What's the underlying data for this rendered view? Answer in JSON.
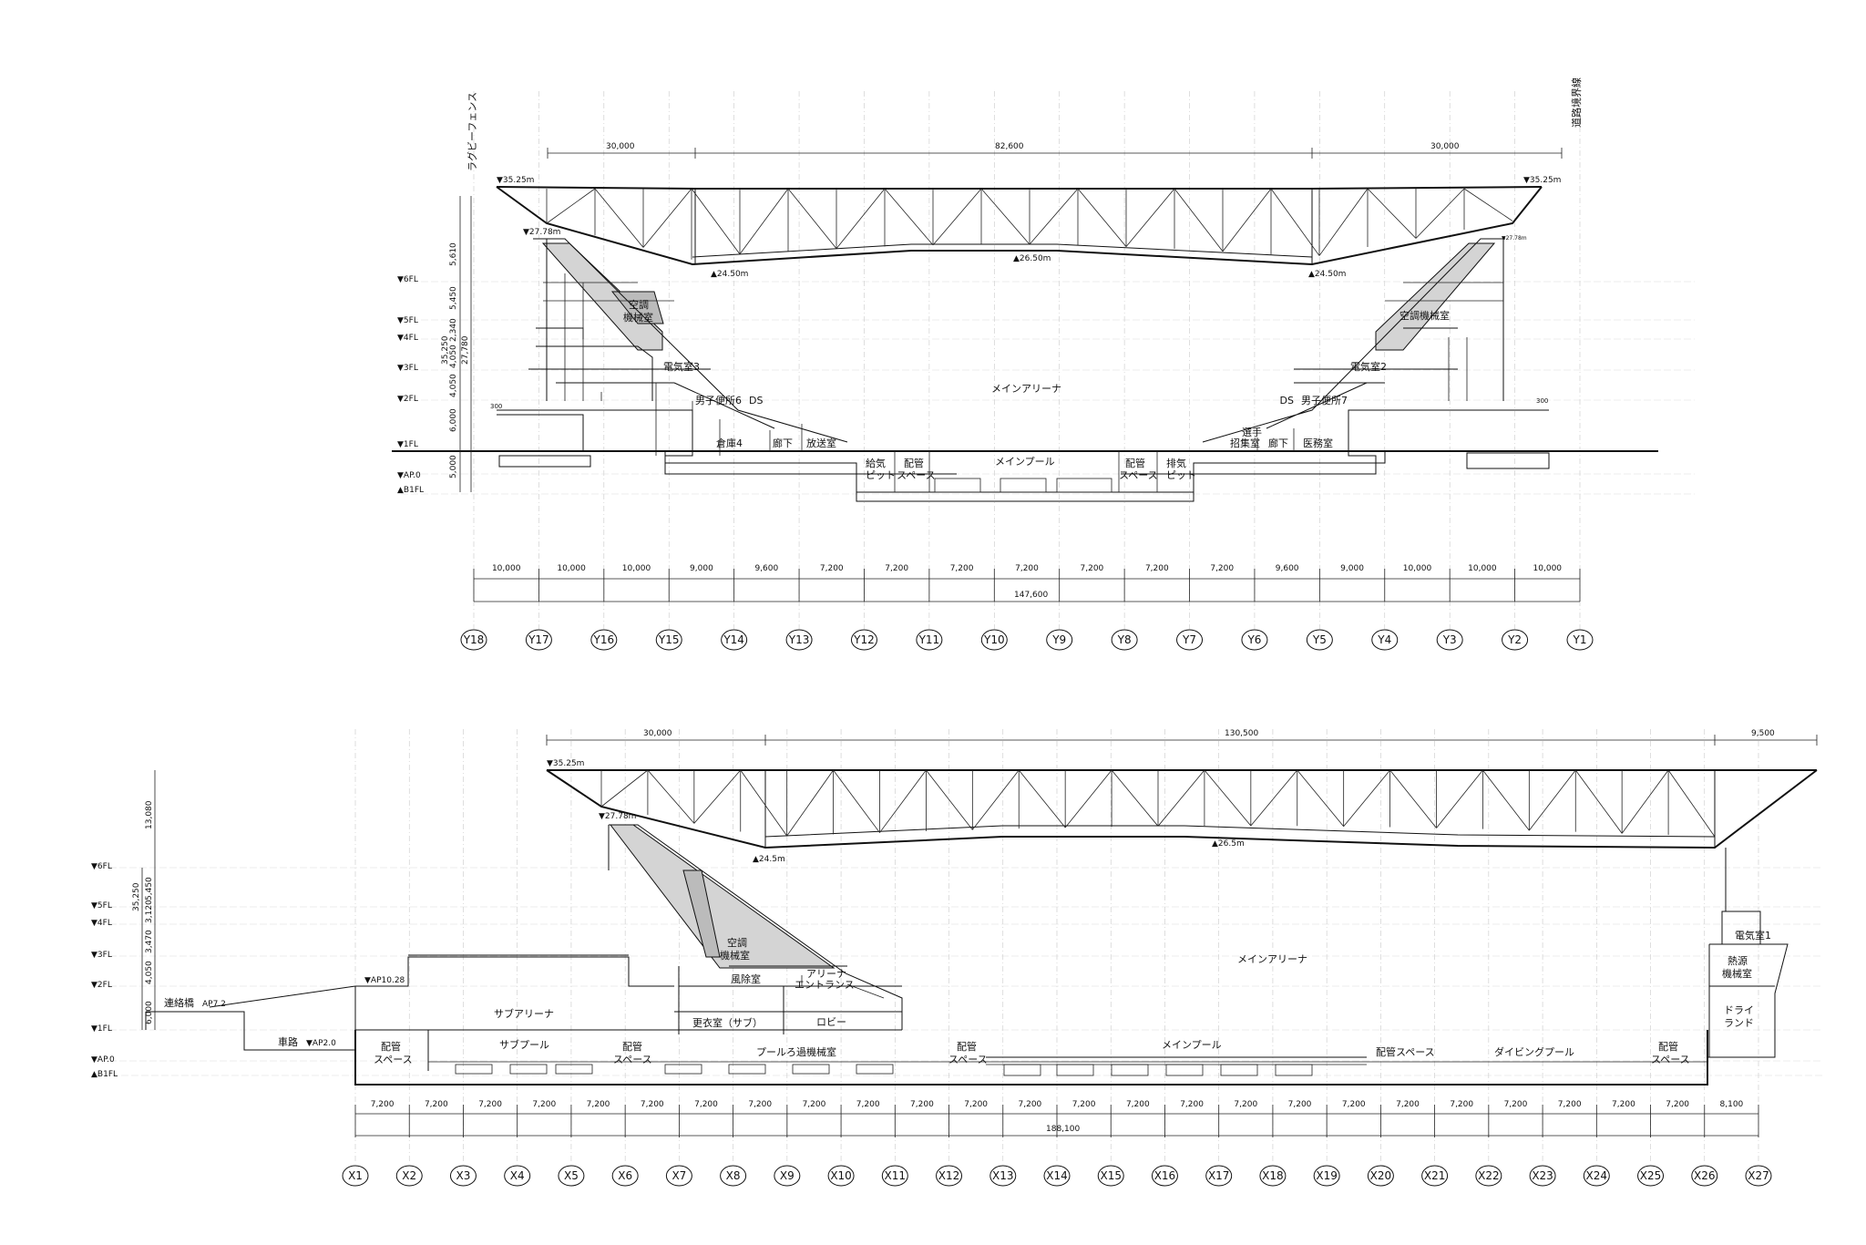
{
  "top_section": {
    "vertical_labels": {
      "left": "ラグビーフェンス",
      "right": "道路境界線"
    },
    "top_dims": [
      "30,000",
      "82,600",
      "30,000"
    ],
    "elevations": {
      "roof_left": "▼35.25m",
      "roof_right": "▼35.25m",
      "stand_top": "▼27.78m",
      "truss_bottom_center": "▲26.50m",
      "truss_left": "▲24.50m",
      "truss_right": "▲24.50m",
      "stand_top_right": "▼27.78m"
    },
    "floor_labels": [
      "▼6FL",
      "▼5FL",
      "▼4FL",
      "▼3FL",
      "▼2FL",
      "▼1FL",
      "▼AP.0",
      "▲B1FL"
    ],
    "vertical_dims": [
      "5,610",
      "5,450",
      "2,340",
      "4,050",
      "4,050",
      "6,000",
      "5,000"
    ],
    "overall_vertical": [
      "35,250",
      "27,780"
    ],
    "small_marks": [
      "300",
      "300"
    ],
    "rooms": {
      "ac_left": "空調\n機械室",
      "elec_left": "電気室3",
      "toilet_left": "男子便所6",
      "ds_left": "DS",
      "storage": "倉庫4",
      "corridor_left": "廊下",
      "broadcast": "放送室",
      "supply_pit_1": "給気",
      "supply_pit_2": "ピット",
      "pipe_l1": "配管",
      "pipe_l2": "スペース",
      "main_arena": "メインアリーナ",
      "main_pool": "メインプール",
      "pipe_r1": "配管",
      "pipe_r2": "スペース",
      "exhaust_pit_1": "排気",
      "exhaust_pit_2": "ピット",
      "athlete_1": "選手",
      "athlete_2": "招集室",
      "corridor_right": "廊下",
      "medical": "医務室",
      "ac_right": "空調機械室",
      "elec_right": "電気室2",
      "toilet_right": "男子便所7",
      "ds_right": "DS"
    },
    "bottom_dims": [
      "10,000",
      "10,000",
      "10,000",
      "9,000",
      "9,600",
      "7,200",
      "7,200",
      "7,200",
      "7,200",
      "7,200",
      "7,200",
      "7,200",
      "9,600",
      "9,000",
      "10,000",
      "10,000",
      "10,000"
    ],
    "overall_dim": "147,600",
    "grid_axes": [
      "Y18",
      "Y17",
      "Y16",
      "Y15",
      "Y14",
      "Y13",
      "Y12",
      "Y11",
      "Y10",
      "Y9",
      "Y8",
      "Y7",
      "Y6",
      "Y5",
      "Y4",
      "Y3",
      "Y2",
      "Y1"
    ]
  },
  "bottom_section": {
    "top_dims": [
      "30,000",
      "130,500",
      "9,500"
    ],
    "elevations": {
      "roof": "▼35.25m",
      "stand_top": "▼27.78m",
      "truss_left": "▲24.5m",
      "truss_center": "▲26.5m",
      "ap10": "▼AP10.28",
      "ap7": "AP7.2",
      "ap2": "▼AP2.0"
    },
    "floor_labels": [
      "▼6FL",
      "▼5FL",
      "▼4FL",
      "▼3FL",
      "▼2FL",
      "▼1FL",
      "▼AP.0",
      "▲B1FL"
    ],
    "vertical_dims": [
      "13,080",
      "5,450",
      "3,120",
      "3,470",
      "4,050",
      "6,000"
    ],
    "overall_vertical": "35,250",
    "rooms": {
      "bridge": "連絡橋",
      "road": "車路",
      "sub_arena": "サブアリーナ",
      "sub_pool": "サブプール",
      "pipe_a1": "配管",
      "pipe_a2": "スペース",
      "pipe_b1": "配管",
      "pipe_b2": "スペース",
      "filtration": "プールろ過機械室",
      "pipe_c1": "配管",
      "pipe_c2": "スペース",
      "ac_1": "空調",
      "ac_2": "機械室",
      "dust": "風除室",
      "entrance_1": "アリーナ",
      "entrance_2": "エントランス",
      "locker": "更衣室（サブ）",
      "lobby": "ロビー",
      "main_arena": "メインアリーナ",
      "main_pool": "メインプール",
      "pipe_d": "配管スペース",
      "diving": "ダイビングプール",
      "pipe_e1": "配管",
      "pipe_e2": "スペース",
      "elec": "電気室1",
      "heat_1": "熱源",
      "heat_2": "機械室",
      "dry_1": "ドライ",
      "dry_2": "ランド"
    },
    "bottom_dims": [
      "7,200",
      "7,200",
      "7,200",
      "7,200",
      "7,200",
      "7,200",
      "7,200",
      "7,200",
      "7,200",
      "7,200",
      "7,200",
      "7,200",
      "7,200",
      "7,200",
      "7,200",
      "7,200",
      "7,200",
      "7,200",
      "7,200",
      "7,200",
      "7,200",
      "7,200",
      "7,200",
      "7,200",
      "7,200",
      "8,100"
    ],
    "overall_dim": "188,100",
    "grid_axes": [
      "X1",
      "X2",
      "X3",
      "X4",
      "X5",
      "X6",
      "X7",
      "X8",
      "X9",
      "X10",
      "X11",
      "X12",
      "X13",
      "X14",
      "X15",
      "X16",
      "X17",
      "X18",
      "X19",
      "X20",
      "X21",
      "X22",
      "X23",
      "X24",
      "X25",
      "X26",
      "X27"
    ]
  }
}
